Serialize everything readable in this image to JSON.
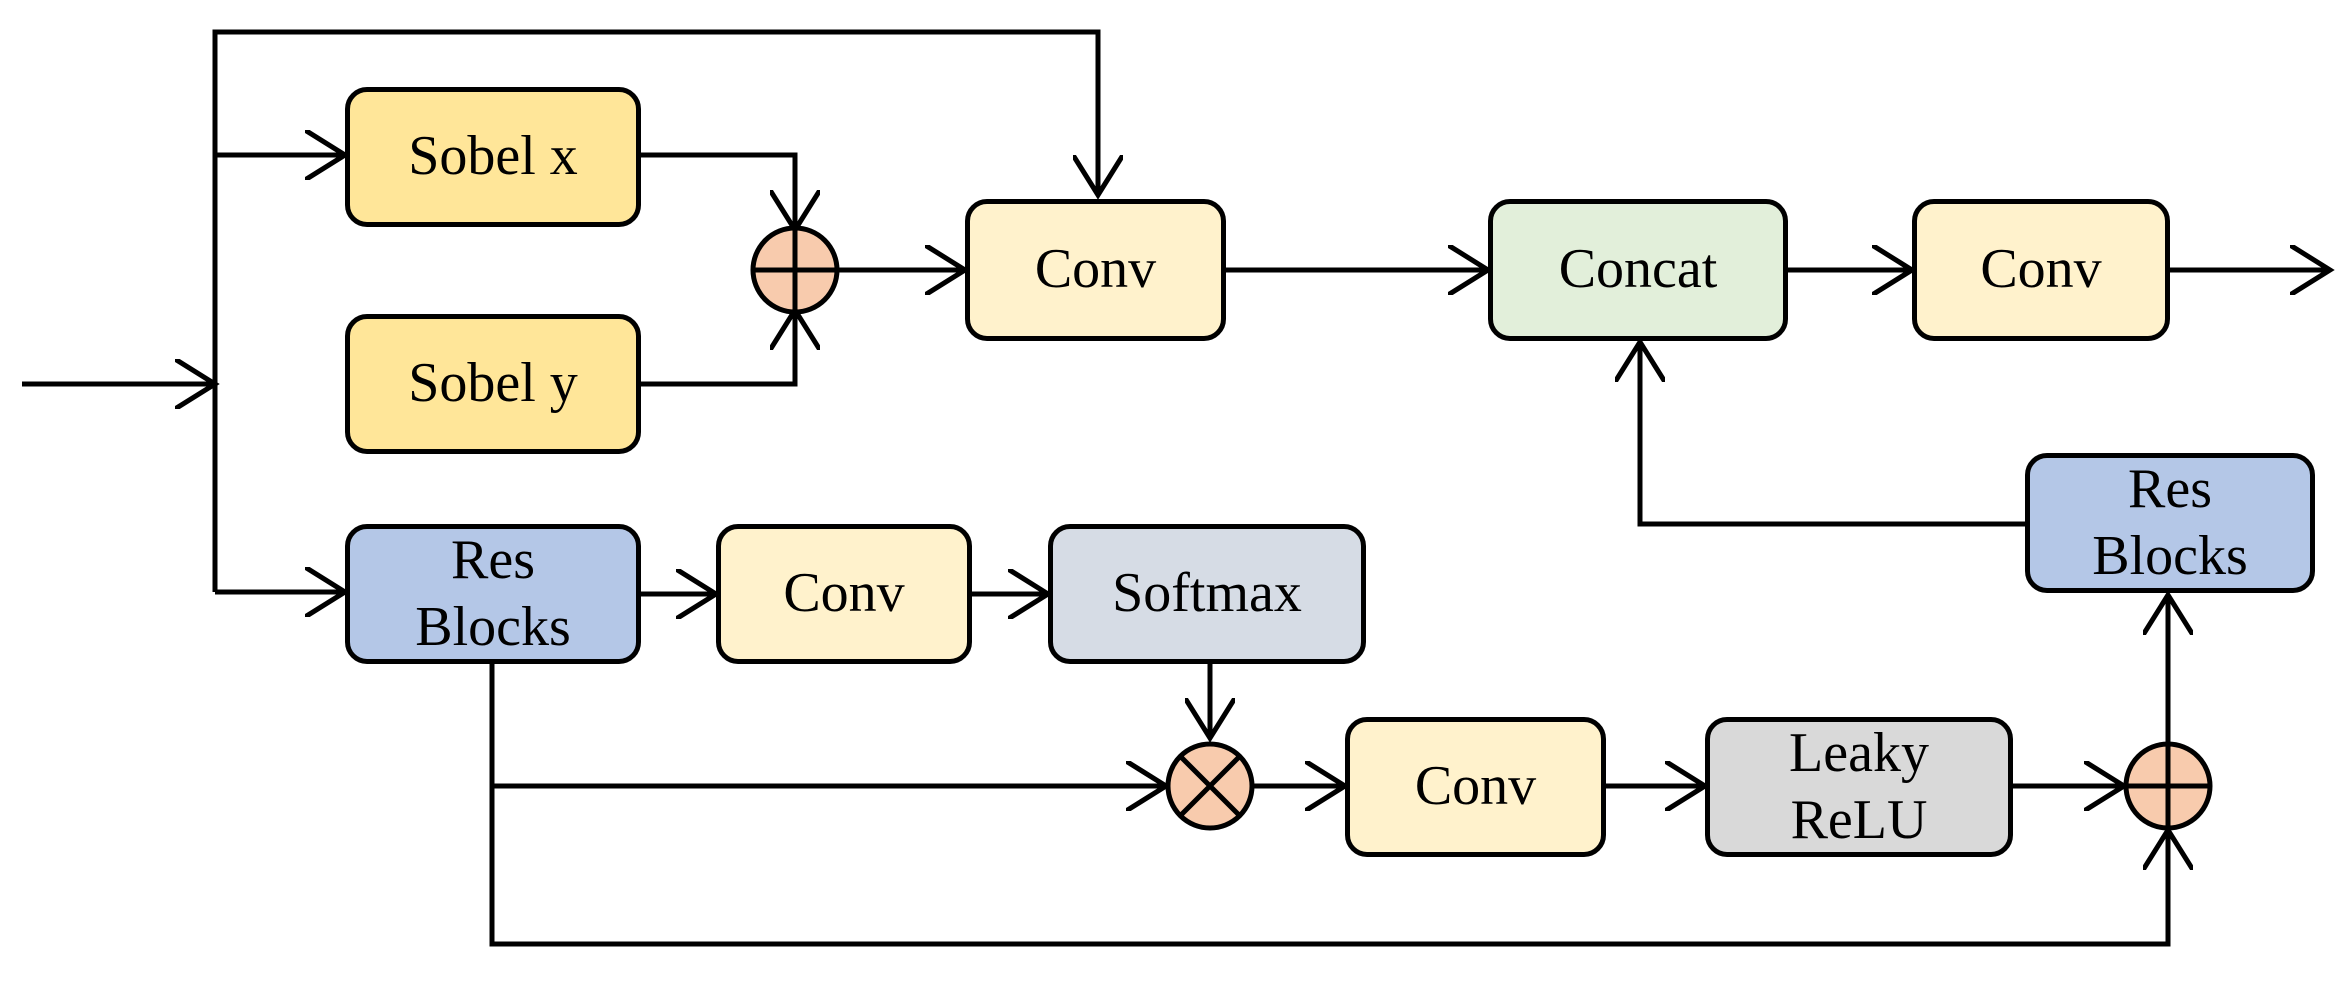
{
  "colors": {
    "sobel": "#ffe699",
    "conv": "#fff2cc",
    "concat": "#e2efda",
    "res_blocks": "#b4c7e7",
    "softmax": "#d6dce5",
    "leaky_relu": "#d9d9d9",
    "operator": "#f8cbad",
    "line": "#000000"
  },
  "nodes": {
    "sobel_x": "Sobel x",
    "sobel_y": "Sobel y",
    "conv_top": "Conv",
    "concat": "Concat",
    "conv_out": "Conv",
    "res_blocks_left": [
      "Res",
      "Blocks"
    ],
    "conv_mid": "Conv",
    "softmax": "Softmax",
    "conv_bottom": "Conv",
    "leaky_relu": [
      "Leaky",
      "ReLU"
    ],
    "res_blocks_right": [
      "Res",
      "Blocks"
    ]
  },
  "operators": {
    "add_top": "add-icon",
    "multiply": "multiply-icon",
    "add_bottom": "add-icon"
  }
}
